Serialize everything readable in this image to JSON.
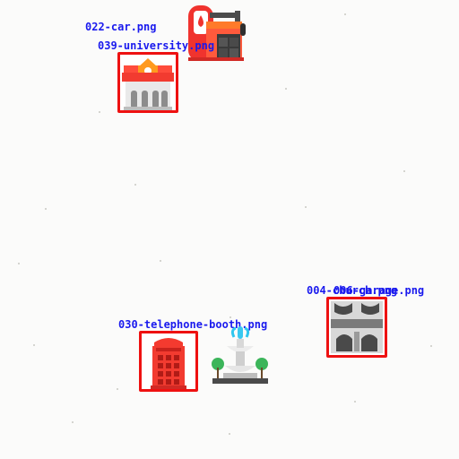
{
  "colors": {
    "box": "#ee1111",
    "label": "#1a1aee",
    "background": "#fbfbfa"
  },
  "detections": [
    {
      "filename": "022-car.png",
      "icon": "gas-station-icon",
      "boxed": false
    },
    {
      "filename": "039-university.png",
      "icon": "university-icon",
      "boxed": true
    },
    {
      "filename": "030-telephone-booth.png",
      "icon": "telephone-booth-icon",
      "boxed": true
    },
    {
      "filename": "004-church.png",
      "icon": "church-icon",
      "boxed": true
    },
    {
      "filename": "006-garage.png",
      "icon": "garage-icon",
      "boxed": false
    },
    {
      "filename": "",
      "icon": "fountain-icon",
      "boxed": false
    }
  ]
}
